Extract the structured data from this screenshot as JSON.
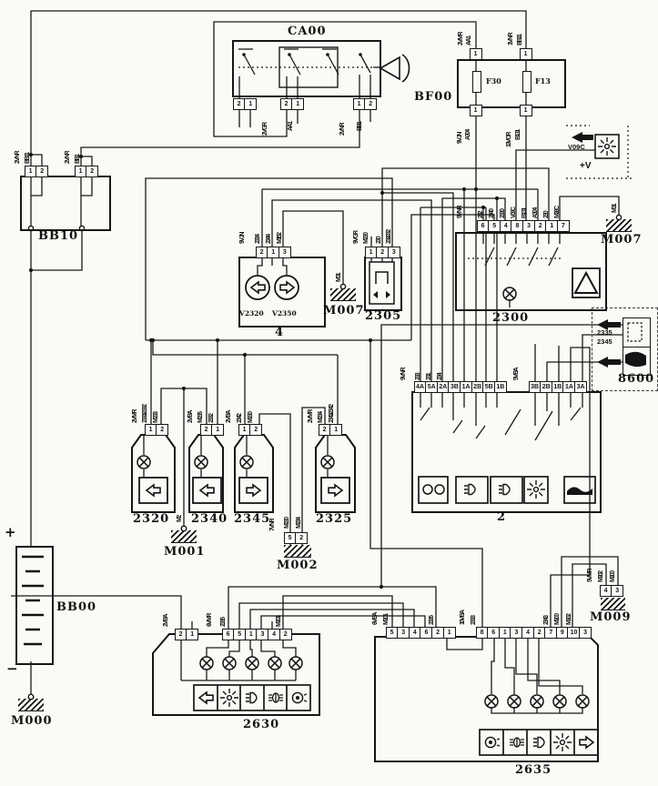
{
  "c": {
    "ca00": {
      "label": "CA00",
      "c1": [
        "2",
        "1"
      ],
      "c2": [
        "2",
        "1"
      ],
      "c3": [
        "1",
        "2"
      ],
      "w1": "2V GR",
      "w2": "AA1",
      "w3a": "2V NR",
      "w3b": "BB1"
    },
    "bf00": {
      "label": "BF00",
      "f1": "F30",
      "f2": "F13",
      "ptl": [
        "1"
      ],
      "ptr": [
        "1"
      ],
      "pbl": [
        "1"
      ],
      "pbr": [
        "1"
      ],
      "wtl": [
        "2V MR",
        "AA1"
      ],
      "wtr": [
        "1V NR",
        "BB11"
      ],
      "wbl": [
        "9V JN",
        "A304"
      ],
      "wbr": [
        "13V OR",
        "B131"
      ]
    },
    "vplus": {
      "label": "V09C",
      "plus": "+V"
    },
    "bb10": {
      "label": "BB10",
      "pl": [
        "1",
        "2"
      ],
      "pr": [
        "1",
        "2"
      ],
      "wl": [
        "2V NR",
        "BB11"
      ],
      "wr": [
        "2V NR",
        "BB1"
      ]
    },
    "m007a": {
      "label": "M007",
      "w": "M01"
    },
    "m007b": {
      "label": "M007",
      "w": "M01"
    },
    "r2300": {
      "label": "2300",
      "pins": [
        "6",
        "5",
        "4",
        "8",
        "3",
        "2",
        "1",
        "7"
      ],
      "color": "9V NR",
      "wires": [
        "232",
        "2340",
        "2330",
        "V09C",
        "B131",
        "A304",
        "230",
        "M26C"
      ]
    },
    "s2305": {
      "label": "2305",
      "pins": [
        "1",
        "2",
        "3"
      ],
      "color": "9V GR",
      "wires": [
        "M230",
        "230",
        "231/232"
      ]
    },
    "u4": {
      "label": "4",
      "pins": [
        "2",
        "1",
        "3"
      ],
      "color": "9V JN",
      "wires": [
        "2334",
        "2344",
        "M152"
      ],
      "b1": "V2320",
      "b2": "V2350"
    },
    "x8600": {
      "label": "8600",
      "w1": "2335",
      "w2": "2345"
    },
    "u2": {
      "label": "2",
      "pinsL": [
        "4A",
        "5A",
        "2A",
        "3B",
        "1A",
        "2B",
        "5B",
        "1B"
      ],
      "pinsR": [
        "3B",
        "2B",
        "1B",
        "1A",
        "3A"
      ],
      "colorL": "9V NR",
      "wiresL": [
        "233",
        "231",
        "234"
      ],
      "colorR": "5V BA"
    },
    "l2320": {
      "label": "2320",
      "pins": [
        "1",
        "2"
      ],
      "color": "2V MR",
      "w1": "2331/2332",
      "w2": "M233"
    },
    "l2340": {
      "label": "2340",
      "pins": [
        "2",
        "1"
      ],
      "color": "2V BA",
      "w1": "M235",
      "w2": "2332"
    },
    "l2345": {
      "label": "2345",
      "pins": [
        "1",
        "2"
      ],
      "color": "2V BA",
      "w1": "2342",
      "w2": "M230"
    },
    "l2325": {
      "label": "2325",
      "pins": [
        "2",
        "1"
      ],
      "color": "2V MR",
      "w1": "M234",
      "w2": "2341/2342"
    },
    "m001": {
      "label": "M001",
      "w": "M2"
    },
    "m002": {
      "label": "M002",
      "pins": [
        "5",
        "2"
      ],
      "color": "7V NR",
      "w1": "M230",
      "w2": "M234"
    },
    "bb00": {
      "label": "BB00",
      "plus": "+",
      "minus": "−"
    },
    "m000": {
      "label": "M000"
    },
    "f2630": {
      "label": "2630",
      "pconn": [
        "2",
        "1"
      ],
      "pcolor": "2V BA",
      "pins": [
        "6",
        "5",
        "1",
        "3",
        "4",
        "2"
      ],
      "color": "6V MR",
      "w1": "2335",
      "w2": "M201"
    },
    "f2635": {
      "label": "2635",
      "pinsL": [
        "5",
        "3",
        "4",
        "6",
        "2",
        "1"
      ],
      "pinsR": [
        "8",
        "6",
        "1",
        "3",
        "4",
        "2",
        "7",
        "9",
        "10",
        "3"
      ],
      "colorL": "6V BA",
      "wl1": "M201",
      "wl2": "2335",
      "colorM": "10V BA",
      "wm": "2333",
      "wr1": "2343",
      "wr2": "M200",
      "wr3": "M202"
    },
    "m009": {
      "label": "M009",
      "pins": [
        "4",
        "3"
      ],
      "color": "5V MR",
      "w1": "M202",
      "w2": "M200"
    }
  }
}
